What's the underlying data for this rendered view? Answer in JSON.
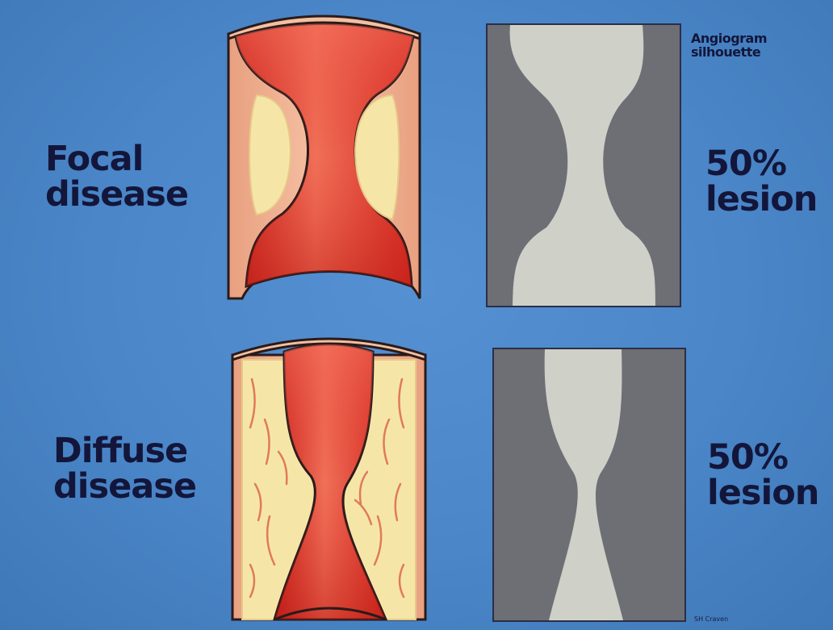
{
  "angiogram_caption": [
    "Angiogram",
    "silhouette"
  ],
  "rows": [
    {
      "name_line1": "Focal",
      "name_line2": "disease",
      "result_line1": "50%",
      "result_line2": "lesion"
    },
    {
      "name_line1": "Diffuse",
      "name_line2": "disease",
      "result_line1": "50%",
      "result_line2": "lesion"
    }
  ],
  "credit": "SH Craven",
  "colors": {
    "background": "#4a86c8",
    "label_text": "#13163a",
    "vessel_wall": "#f0b090",
    "lumen_red": "#e2312a",
    "plaque": "#f5e6a8",
    "angiogram_dark": "#6d6f75",
    "angiogram_light": "#cfd0c8"
  }
}
